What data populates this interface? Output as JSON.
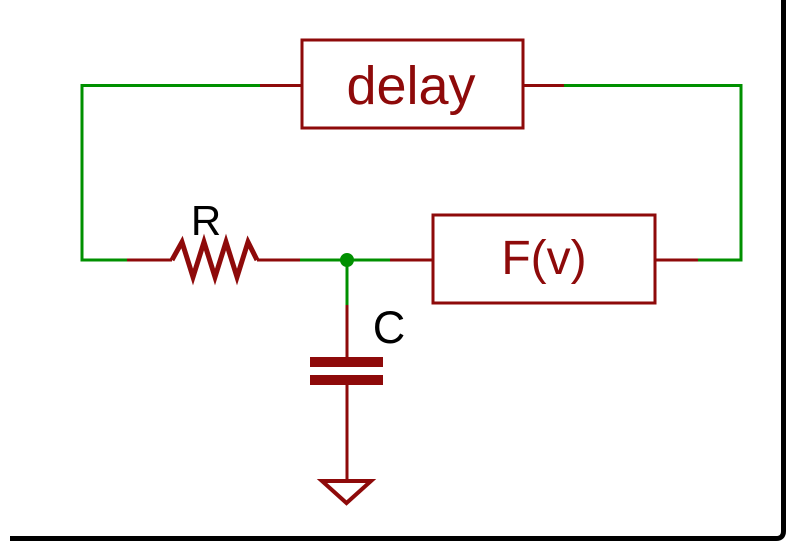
{
  "labels": {
    "delay_box": "delay",
    "fv_box": "F(v)",
    "resistor": "R",
    "capacitor": "C"
  },
  "colors": {
    "wire": "#009000",
    "component": "#8e0a0a",
    "label": "#000000",
    "frame": "#000000",
    "background": "#ffffff"
  }
}
